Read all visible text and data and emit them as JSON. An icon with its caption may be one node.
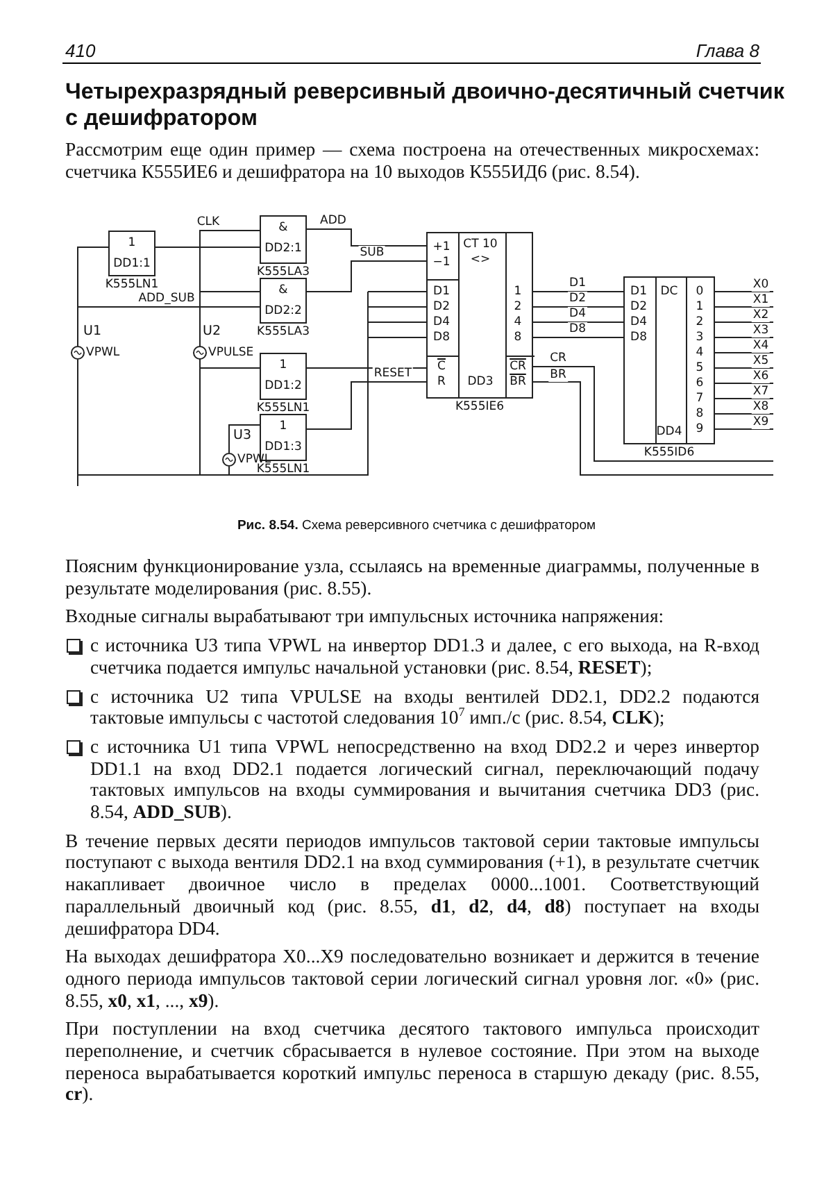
{
  "diagram": {
    "title": "Четырехразрядный реверсивный двоично-десятичный счетчик с дешифратором",
    "caption": "**Рис. 8.54.** Схема реверсивного счетчика с дешифратором",
    "nodes": [
      {
        "text": [
          "1",
          "DD1:1"
        ],
        "beside": [
          "K555LN1"
        ]
      },
      {
        "text": [
          "&",
          "DD2:1"
        ],
        "beside": [
          "K555LA3"
        ]
      },
      {
        "text": [
          "&",
          "DD2:2"
        ],
        "beside": [
          "K555LA3"
        ]
      },
      {
        "text": [
          "1",
          "DD1:2"
        ],
        "beside": [
          "K555LN1"
        ]
      },
      {
        "text": [
          "1",
          "DD1:3"
        ],
        "beside": [
          "K555LN1"
        ]
      },
      {
        "text": [],
        "shape": "circle",
        "beside": [
          "U1",
          "VPWL"
        ]
      },
      {
        "text": [],
        "shape": "circle",
        "beside": [
          "U2",
          "VPULSE"
        ]
      },
      {
        "text": [],
        "shape": "circle",
        "beside": [
          "U3",
          "VPWL"
        ]
      },
      {
        "text": [
          "CT 10",
          "<>",
          "+1",
          "−1",
          "D1",
          "D2",
          "D4",
          "D8",
          "C",
          "R",
          "DD3",
          "1",
          "2",
          "4",
          "8",
          "CR",
          "BR"
        ],
        "beside": [
          "K555IE6"
        ]
      },
      {
        "text": [
          "D1",
          "D2",
          "D4",
          "D8",
          "DC",
          "0",
          "1",
          "2",
          "3",
          "4",
          "5",
          "6",
          "7",
          "8",
          "9",
          "DD4"
        ],
        "beside": [
          "K555ID6"
        ]
      }
    ],
    "edges": [
      {
        "from": 5,
        "to": 0,
        "arrow": "none"
      },
      {
        "from": 5,
        "to": 2,
        "arrow": "none",
        "label": "ADD_SUB"
      },
      {
        "from": 0,
        "to": 1,
        "arrow": "none"
      },
      {
        "from": 6,
        "to": 1,
        "arrow": "none",
        "label": "CLK"
      },
      {
        "from": 6,
        "to": 2,
        "arrow": "none"
      },
      {
        "from": 6,
        "to": 3,
        "arrow": "none"
      },
      {
        "from": 1,
        "to": 8,
        "arrow": "none",
        "label": "ADD"
      },
      {
        "from": 2,
        "to": 8,
        "arrow": "none",
        "label": "SUB"
      },
      {
        "from": 3,
        "to": 8,
        "arrow": "none"
      },
      {
        "from": 7,
        "to": 4,
        "arrow": "none"
      },
      {
        "from": 4,
        "to": 8,
        "arrow": "none",
        "label": "RESET"
      },
      {
        "from": 8,
        "to": 9,
        "arrow": "none",
        "label": "D1"
      },
      {
        "from": 8,
        "to": 9,
        "arrow": "none",
        "label": "D2"
      },
      {
        "from": 8,
        "to": 9,
        "arrow": "none",
        "label": "D4"
      },
      {
        "from": 8,
        "to": 9,
        "arrow": "none",
        "label": "D8"
      },
      {
        "from": 8,
        "to": null,
        "arrow": "none",
        "label": "CR"
      },
      {
        "from": 8,
        "to": null,
        "arrow": "none",
        "label": "BR"
      },
      {
        "from": 9,
        "to": null,
        "arrow": "none",
        "label": "X0"
      },
      {
        "from": 9,
        "to": null,
        "arrow": "none",
        "label": "X1"
      },
      {
        "from": 9,
        "to": null,
        "arrow": "none",
        "label": "X2"
      },
      {
        "from": 9,
        "to": null,
        "arrow": "none",
        "label": "X3"
      },
      {
        "from": 9,
        "to": null,
        "arrow": "none",
        "label": "X4"
      },
      {
        "from": 9,
        "to": null,
        "arrow": "none",
        "label": "X5"
      },
      {
        "from": 9,
        "to": null,
        "arrow": "none",
        "label": "X6"
      },
      {
        "from": 9,
        "to": null,
        "arrow": "none",
        "label": "X7"
      },
      {
        "from": 9,
        "to": null,
        "arrow": "none",
        "label": "X8"
      },
      {
        "from": 9,
        "to": null,
        "arrow": "none",
        "label": "X9"
      }
    ],
    "labels": [
      "410",
      "Глава 8",
      "Рассмотрим еще один пример — схема построена на отечественных микросхемах: счетчика К555ИЕ6 и дешифратора на 10 выходов К555ИД6 (рис. 8.54).",
      "Поясним функционирование узла, ссылаясь на временные диаграммы, полученные в результате моделирования (рис. 8.55).",
      "Входные сигналы вырабатывают три импульсных источника напряжения:",
      "с источника U3 типа VPWL на инвертор DD1.3 и далее, с его выхода, на R-вход счетчика подается импульс начальной установки (рис. 8.54, **RESET**);",
      "с источника U2 типа VPULSE на входы вентилей DD2.1, DD2.2 подаются тактовые импульсы с частотой следования 10$^{7}$ имп./с (рис. 8.54, **CLK**);",
      "с источника U1 типа VPWL непосредственно на вход DD2.2 и через инвертор DD1.1 на вход DD2.1 подается логический сигнал, переключающий подачу тактовых импульсов на входы суммирования и вычитания счетчика DD3 (рис. 8.54, **ADD_SUB**).",
      "В течение первых десяти периодов импульсов тактовой серии тактовые импульсы поступают с выхода вентиля DD2.1 на вход суммирования (+1), в результате счетчик накапливает двоичное число в пределах 0000...1001. Соответствующий параллельный двоичный код (рис. 8.55, **d1**, **d2**, **d4**, **d8**) поступает на входы дешифратора DD4.",
      "На выходах дешифратора X0...X9 последовательно возникает и держится в течение одного периода импульсов тактовой серии логический сигнал уровня лог. «0» (рис. 8.55, **x0**, **x1**, ..., **x9**).",
      "При поступлении на вход счетчика десятого тактового импульса происходит переполнение, и счетчик сбрасывается в нулевое состояние. При этом на выходе переноса вырабатывается короткий импульс переноса в старшую декаду (рис. 8.55, **cr**)."
    ]
  }
}
